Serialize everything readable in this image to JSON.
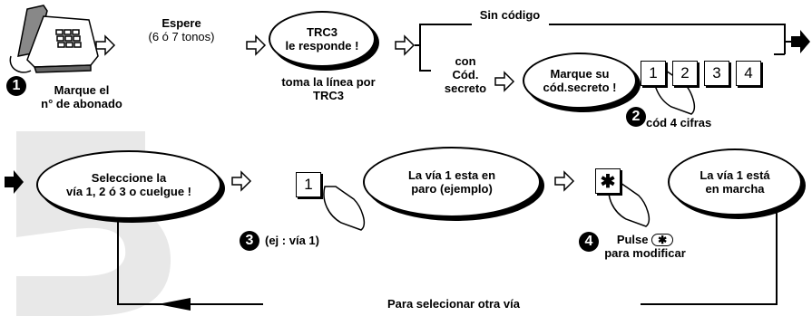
{
  "big_step_number": "5",
  "row1": {
    "step1_label": [
      "Marque el",
      "n° de abonado"
    ],
    "wait_label": "Espere",
    "wait_sub": "(6 ó 7 tonos)",
    "bubble_answer": [
      "TRC3",
      "le responde !"
    ],
    "takes_line": [
      "toma la línea por",
      "TRC3"
    ],
    "no_code": "Sin código",
    "with_code": [
      "con",
      "Cód.",
      "secreto"
    ],
    "bubble_dial_code": [
      "Marque su",
      "cód.secreto !"
    ],
    "keys": [
      "1",
      "2",
      "3",
      "4"
    ],
    "code_digits": "cód 4 cifras"
  },
  "row2": {
    "bubble_select": [
      "Seleccione la",
      "vía 1, 2 ó 3 o cuelgue !"
    ],
    "key_example": "1",
    "example_label": "(ej : vía 1)",
    "bubble_stopped": [
      "La vía 1 esta en",
      "paro (ejemplo)"
    ],
    "key_star": "✱",
    "press_label": "Pulse",
    "modify_label": "para modificar",
    "bubble_running": [
      "La vía 1 está",
      "en marcha"
    ],
    "return_label": "Para selecionar otra vía"
  },
  "step_numbers": [
    "1",
    "2",
    "3",
    "4"
  ]
}
